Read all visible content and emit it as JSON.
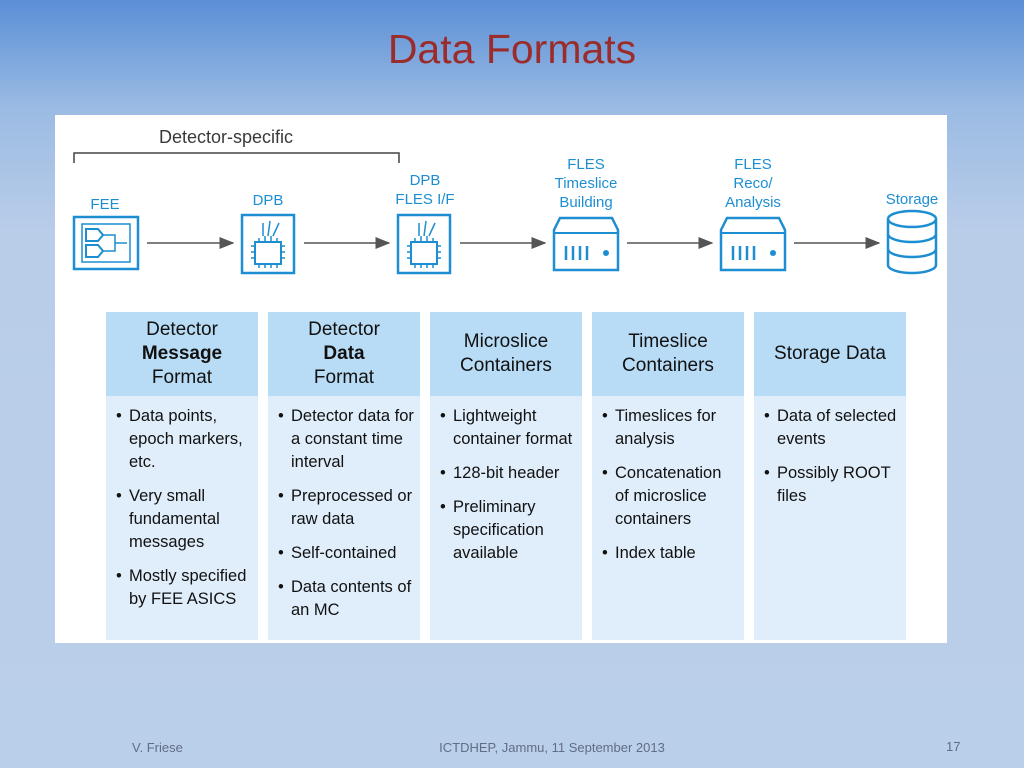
{
  "slide": {
    "title": "Data Formats",
    "footer_left": "V. Friese",
    "footer_center": "ICTDHEP, Jammu, 11 September 2013",
    "page_number": "17"
  },
  "diagram": {
    "bracket_label": "Detector-specific",
    "accent_color": "#1d8ed1",
    "stages": [
      {
        "label": "FEE",
        "icon": "fee-board-icon"
      },
      {
        "label": "DPB",
        "icon": "chip-icon"
      },
      {
        "label": "DPB\nFLES I/F",
        "icon": "chip-icon"
      },
      {
        "label": "FLES\nTimeslice\nBuilding",
        "icon": "server-icon"
      },
      {
        "label": "FLES\nReco/\nAnalysis",
        "icon": "server-icon"
      },
      {
        "label": "Storage",
        "icon": "database-icon"
      }
    ],
    "columns": [
      {
        "title_lines": [
          "Detector",
          "Message",
          "Format"
        ],
        "bullets": [
          "Data points, epoch markers, etc.",
          "Very small fundamental messages",
          "Mostly specified by FEE ASICS"
        ]
      },
      {
        "title_lines": [
          "Detector",
          "Data",
          "Format"
        ],
        "bullets": [
          "Detector data for a constant time interval",
          "Preprocessed or raw data",
          "Self-contained",
          "Data contents of an MC"
        ]
      },
      {
        "title_lines": [
          "Microslice",
          "Containers"
        ],
        "bullets": [
          "Lightweight container format",
          "128-bit header",
          "Preliminary specification available"
        ]
      },
      {
        "title_lines": [
          "Timeslice",
          "Containers"
        ],
        "bullets": [
          "Timeslices for analysis",
          "Concatenation of microslice containers",
          "Index table"
        ]
      },
      {
        "title_lines": [
          "Storage Data"
        ],
        "bullets": [
          "Data of selected events",
          "Possibly ROOT files"
        ]
      }
    ]
  }
}
